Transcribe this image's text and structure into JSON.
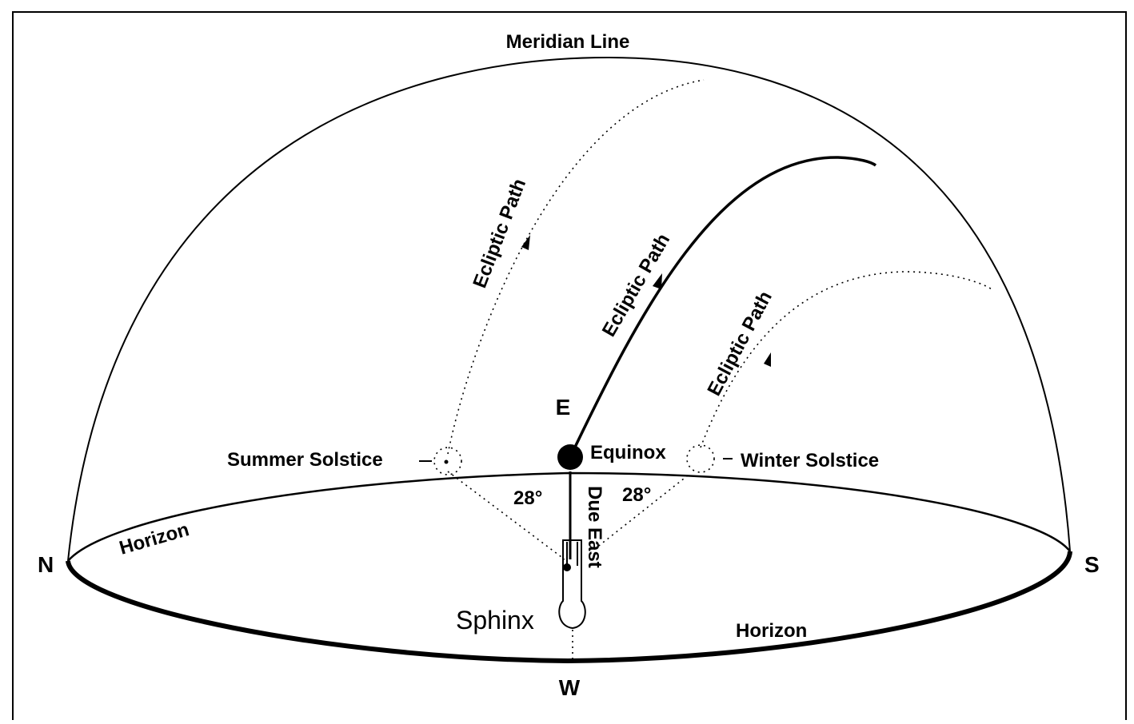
{
  "labels": {
    "meridian": "Meridian Line",
    "ecliptic_summer": "Ecliptic Path",
    "ecliptic_equinox": "Ecliptic Path",
    "ecliptic_winter": "Ecliptic Path",
    "east": "E",
    "equinox": "Equinox",
    "summer_solstice": "Summer Solstice",
    "winter_solstice": "Winter Solstice",
    "angle_left": "28°",
    "angle_right": "28°",
    "due_east": "Due East",
    "horizon_upper": "Horizon",
    "horizon_lower": "Horizon",
    "north": "N",
    "south": "S",
    "west": "W",
    "sphinx": "Sphinx"
  }
}
